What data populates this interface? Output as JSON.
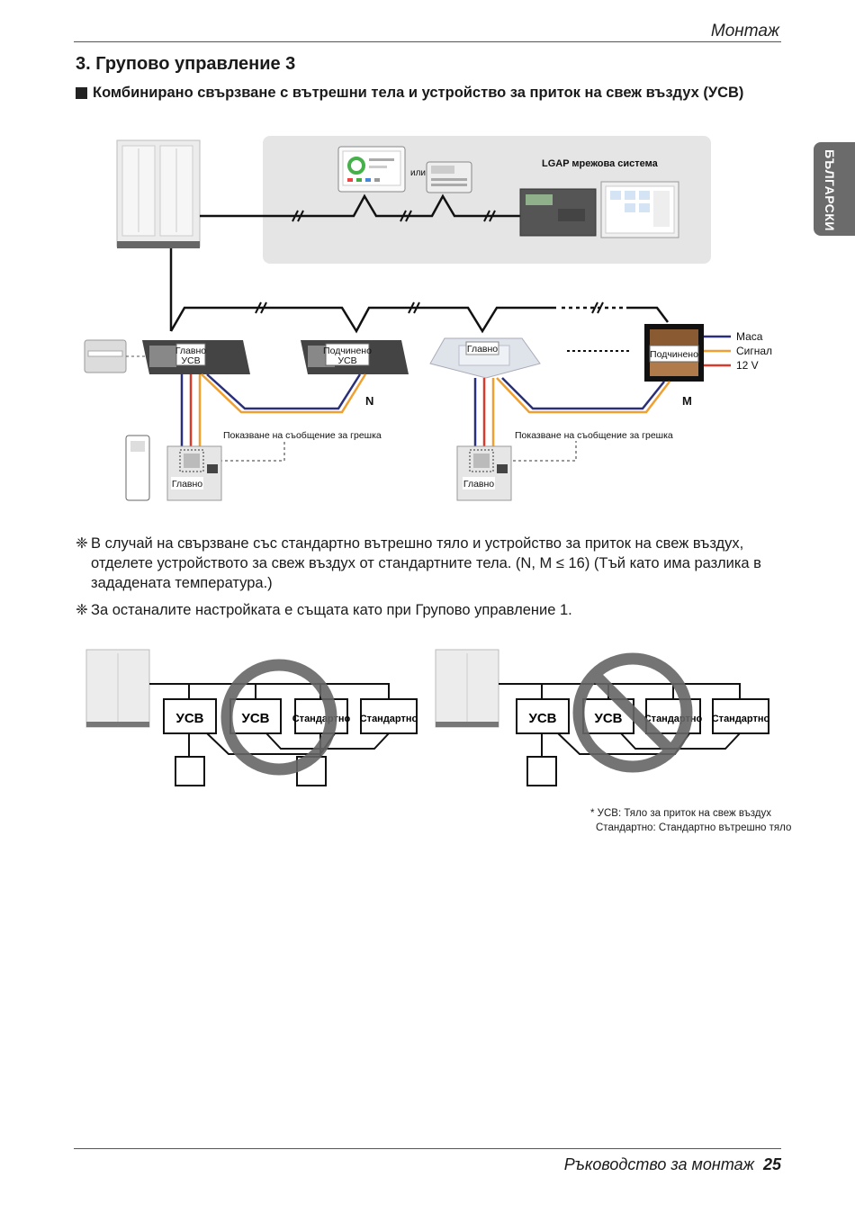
{
  "header": {
    "section": "Монтаж"
  },
  "side_tab": {
    "label": "БЪЛГАРСКИ"
  },
  "title": "3. Групово управление 3",
  "subtitle": "Комбинирано свързване с вътрешни тела и устройство за приток на свеж въздух (УСВ)",
  "diagram": {
    "or_label": "или",
    "network_label": "LGAP мрежова система",
    "unit1_label_1": "Главно",
    "unit1_label_2": "УСВ",
    "unit2_label_1": "Подчинено",
    "unit2_label_2": "УСВ",
    "unit3_label": "Главно",
    "unit4_label": "Подчинено",
    "wire_labels": [
      "Маса",
      "Сигнал",
      "12 V"
    ],
    "n_label": "N",
    "m_label": "M",
    "error_msg_1": "Показване на съобщение за грешка",
    "error_msg_2": "Показване на съобщение за грешка",
    "remote1_label": "Главно",
    "remote2_label": "Главно",
    "colors": {
      "navy": "#2a2f7a",
      "red": "#d93a2b",
      "orange": "#f0a030",
      "panel": "#e5e5e5"
    }
  },
  "notes": [
    {
      "symbol": "❈",
      "text": "В случай на свързване със стандартно вътрешно тяло и устройство за приток на свеж въздух, отделете устройството за свеж въздух от стандартните тела. (N, M ≤ 16) (Тъй като има разлика в зададената температура.)"
    },
    {
      "symbol": "❈",
      "text": "За останалите настройката е същата като при Групово управление 1."
    }
  ],
  "bottom_diagrams": {
    "left": [
      "УСВ",
      "УСВ",
      "Стандартно",
      "Стандартно"
    ],
    "right": [
      "УСВ",
      "УСВ",
      "Стандартно",
      "Стандартно"
    ]
  },
  "footnote": {
    "line1": "* УСВ: Тяло за приток на свеж въздух",
    "line2": "Стандартно: Стандартно вътрешно тяло"
  },
  "footer": {
    "manual": "Ръководство за монтаж",
    "page": "25"
  }
}
